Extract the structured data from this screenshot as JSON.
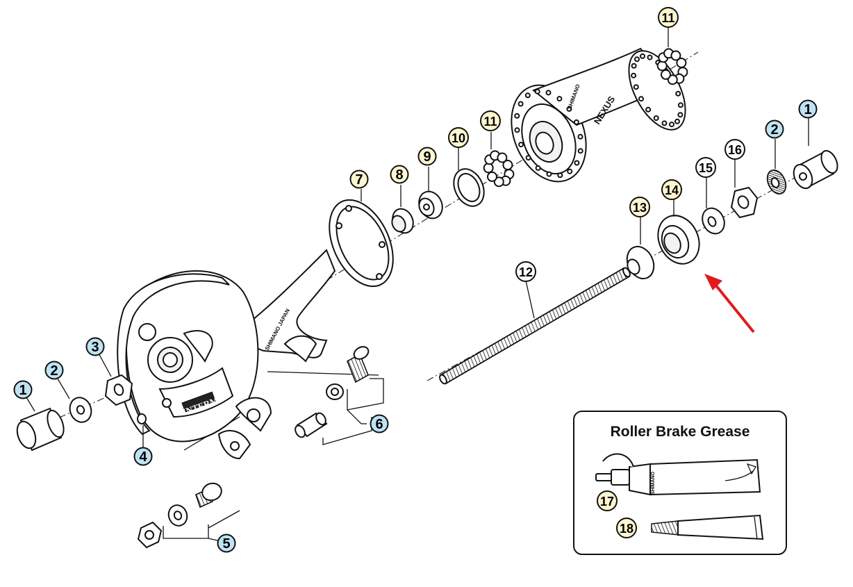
{
  "diagram": {
    "callouts": [
      {
        "id": "c1a",
        "label": "1",
        "style": "blue"
      },
      {
        "id": "c2a",
        "label": "2",
        "style": "blue"
      },
      {
        "id": "c3",
        "label": "3",
        "style": "blue"
      },
      {
        "id": "c4",
        "label": "4",
        "style": "blue"
      },
      {
        "id": "c5",
        "label": "5",
        "style": "blue"
      },
      {
        "id": "c6",
        "label": "6",
        "style": "blue"
      },
      {
        "id": "c7",
        "label": "7",
        "style": "yellow"
      },
      {
        "id": "c8",
        "label": "8",
        "style": "yellow"
      },
      {
        "id": "c9",
        "label": "9",
        "style": "yellow"
      },
      {
        "id": "c10",
        "label": "10",
        "style": "yellow"
      },
      {
        "id": "c11a",
        "label": "11",
        "style": "yellow"
      },
      {
        "id": "c11b",
        "label": "11",
        "style": "yellow"
      },
      {
        "id": "c12",
        "label": "12",
        "style": "plain"
      },
      {
        "id": "c13",
        "label": "13",
        "style": "yellow"
      },
      {
        "id": "c14",
        "label": "14",
        "style": "yellow"
      },
      {
        "id": "c15",
        "label": "15",
        "style": "plain"
      },
      {
        "id": "c16",
        "label": "16",
        "style": "plain"
      },
      {
        "id": "c2b",
        "label": "2",
        "style": "blue"
      },
      {
        "id": "c1b",
        "label": "1",
        "style": "blue"
      },
      {
        "id": "c17",
        "label": "17",
        "style": "yellow"
      },
      {
        "id": "c18",
        "label": "18",
        "style": "yellow"
      }
    ],
    "grease_box": {
      "title": "Roller Brake Grease"
    },
    "part_marks": {
      "hub_brand": "NEXUS",
      "hub_maker": "SHIMANO",
      "brake_label": "INTERM",
      "arm_mark": "SHIMANO JAPAN",
      "tube_brand": "SHIMANO"
    },
    "colors": {
      "callout_blue": "#bfe3f3",
      "callout_yellow": "#fff6cf",
      "callout_plain": "#ffffff",
      "arrow": "#e01b1b",
      "outline": "#111111"
    }
  }
}
